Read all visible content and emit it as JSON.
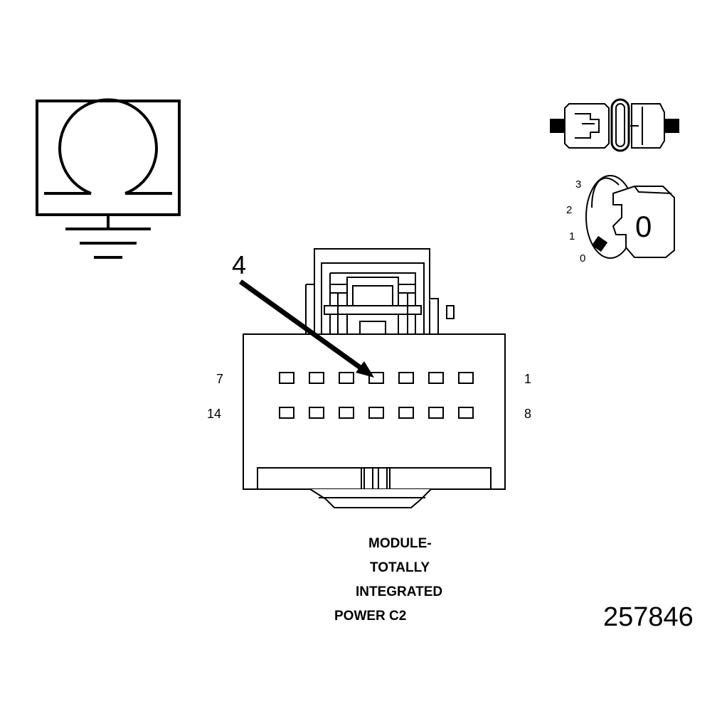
{
  "callout": {
    "pin_number": "4"
  },
  "connector": {
    "pin_labels": {
      "top_left": "7",
      "top_right": "1",
      "bottom_left": "14",
      "bottom_right": "8"
    },
    "caption_lines": [
      "MODULE-",
      "TOTALLY",
      "INTEGRATED",
      "POWER C2"
    ]
  },
  "ignition": {
    "positions": [
      "3",
      "2",
      "1",
      "0"
    ],
    "key_label": "0"
  },
  "figure_id": "257846",
  "icons": {
    "ground_symbol": "circuit-ground-icon",
    "harness_connector": "harness-connector-icon",
    "ignition_switch": "ignition-key-icon"
  },
  "colors": {
    "line": "#000000",
    "background": "#ffffff",
    "fill": "#ffffff"
  }
}
